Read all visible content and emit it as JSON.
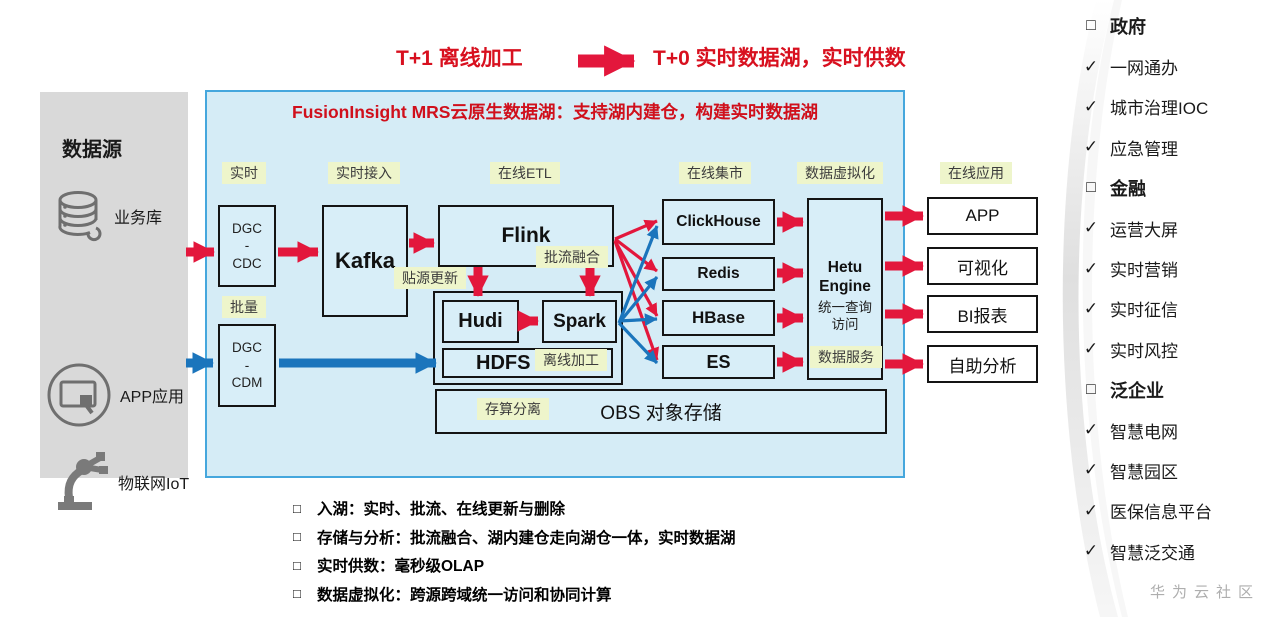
{
  "colors": {
    "red_arrow": "#e3173c",
    "title_red": "#d0101c",
    "blue_arrow": "#1b75bc",
    "panel_blue_fill": "#d5ecf6",
    "panel_blue_border": "#45a7dd",
    "label_yellow": "#eef5cb",
    "source_panel_gray": "#d9d9d9"
  },
  "icons": {
    "square": "□",
    "check": "✓"
  },
  "top_banner": {
    "left": "T+1 离线加工",
    "right": "T+0 实时数据湖，实时供数"
  },
  "data_sources": {
    "title": "数据源",
    "items": [
      {
        "icon": "database-icon",
        "label": "业务库"
      },
      {
        "icon": "app-screen-icon",
        "label": "APP应用"
      },
      {
        "icon": "iot-robot-icon",
        "label": "物联网IoT"
      }
    ]
  },
  "lake": {
    "title": "FusionInsight MRS云原生数据湖：支持湖内建仓，构建实时数据湖",
    "labels": {
      "realtime": "实时",
      "batch": "批量",
      "realtime_ingest": "实时接入",
      "online_etl": "在线ETL",
      "online_mart": "在线集市",
      "data_virtualization": "数据虚拟化",
      "online_app": "在线应用",
      "source_update": "贴源更新",
      "batch_stream_fusion": "批流融合",
      "offline_processing": "离线加工",
      "storage_compute_sep": "存算分离",
      "data_service": "数据服务"
    },
    "nodes": {
      "dgc_cdc": "DGC\n-\nCDC",
      "dgc_cdm": "DGC\n-\nCDM",
      "kafka": "Kafka",
      "flink": "Flink",
      "hudi": "Hudi",
      "spark": "Spark",
      "hdfs": "HDFS",
      "obs": "OBS 对象存储",
      "clickhouse": "ClickHouse",
      "redis": "Redis",
      "hbase": "HBase",
      "es": "ES",
      "hetu_name": "Hetu\nEngine",
      "hetu_sub": "统一查询\n访问"
    },
    "apps": [
      "APP",
      "可视化",
      "BI报表",
      "自助分析"
    ]
  },
  "industries": [
    {
      "type": "header",
      "label": "政府"
    },
    {
      "type": "item",
      "label": "一网通办"
    },
    {
      "type": "item",
      "label": "城市治理IOC"
    },
    {
      "type": "item",
      "label": "应急管理"
    },
    {
      "type": "header",
      "label": "金融"
    },
    {
      "type": "item",
      "label": "运营大屏"
    },
    {
      "type": "item",
      "label": "实时营销"
    },
    {
      "type": "item",
      "label": "实时征信"
    },
    {
      "type": "item",
      "label": "实时风控"
    },
    {
      "type": "header",
      "label": "泛企业"
    },
    {
      "type": "item",
      "label": "智慧电网"
    },
    {
      "type": "item",
      "label": "智慧园区"
    },
    {
      "type": "item",
      "label": "医保信息平台"
    },
    {
      "type": "item",
      "label": "智慧泛交通"
    }
  ],
  "bullets": [
    "入湖：实时、批流、在线更新与删除",
    "存储与分析：批流融合、湖内建仓走向湖仓一体，实时数据湖",
    "实时供数：毫秒级OLAP",
    "数据虚拟化：跨源跨域统一访问和协同计算"
  ],
  "watermark": "华为云社区"
}
